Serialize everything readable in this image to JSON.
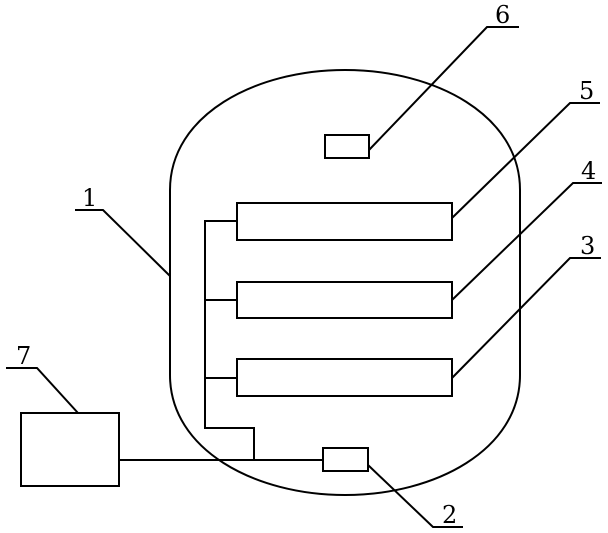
{
  "labels": {
    "vessel": "1",
    "lower_sensor": "2",
    "lower_panel": "3",
    "middle_panel": "4",
    "upper_panel": "5",
    "top_sensor": "6",
    "external_unit": "7"
  },
  "colors": {
    "stroke": "#000000",
    "background": "#ffffff"
  }
}
